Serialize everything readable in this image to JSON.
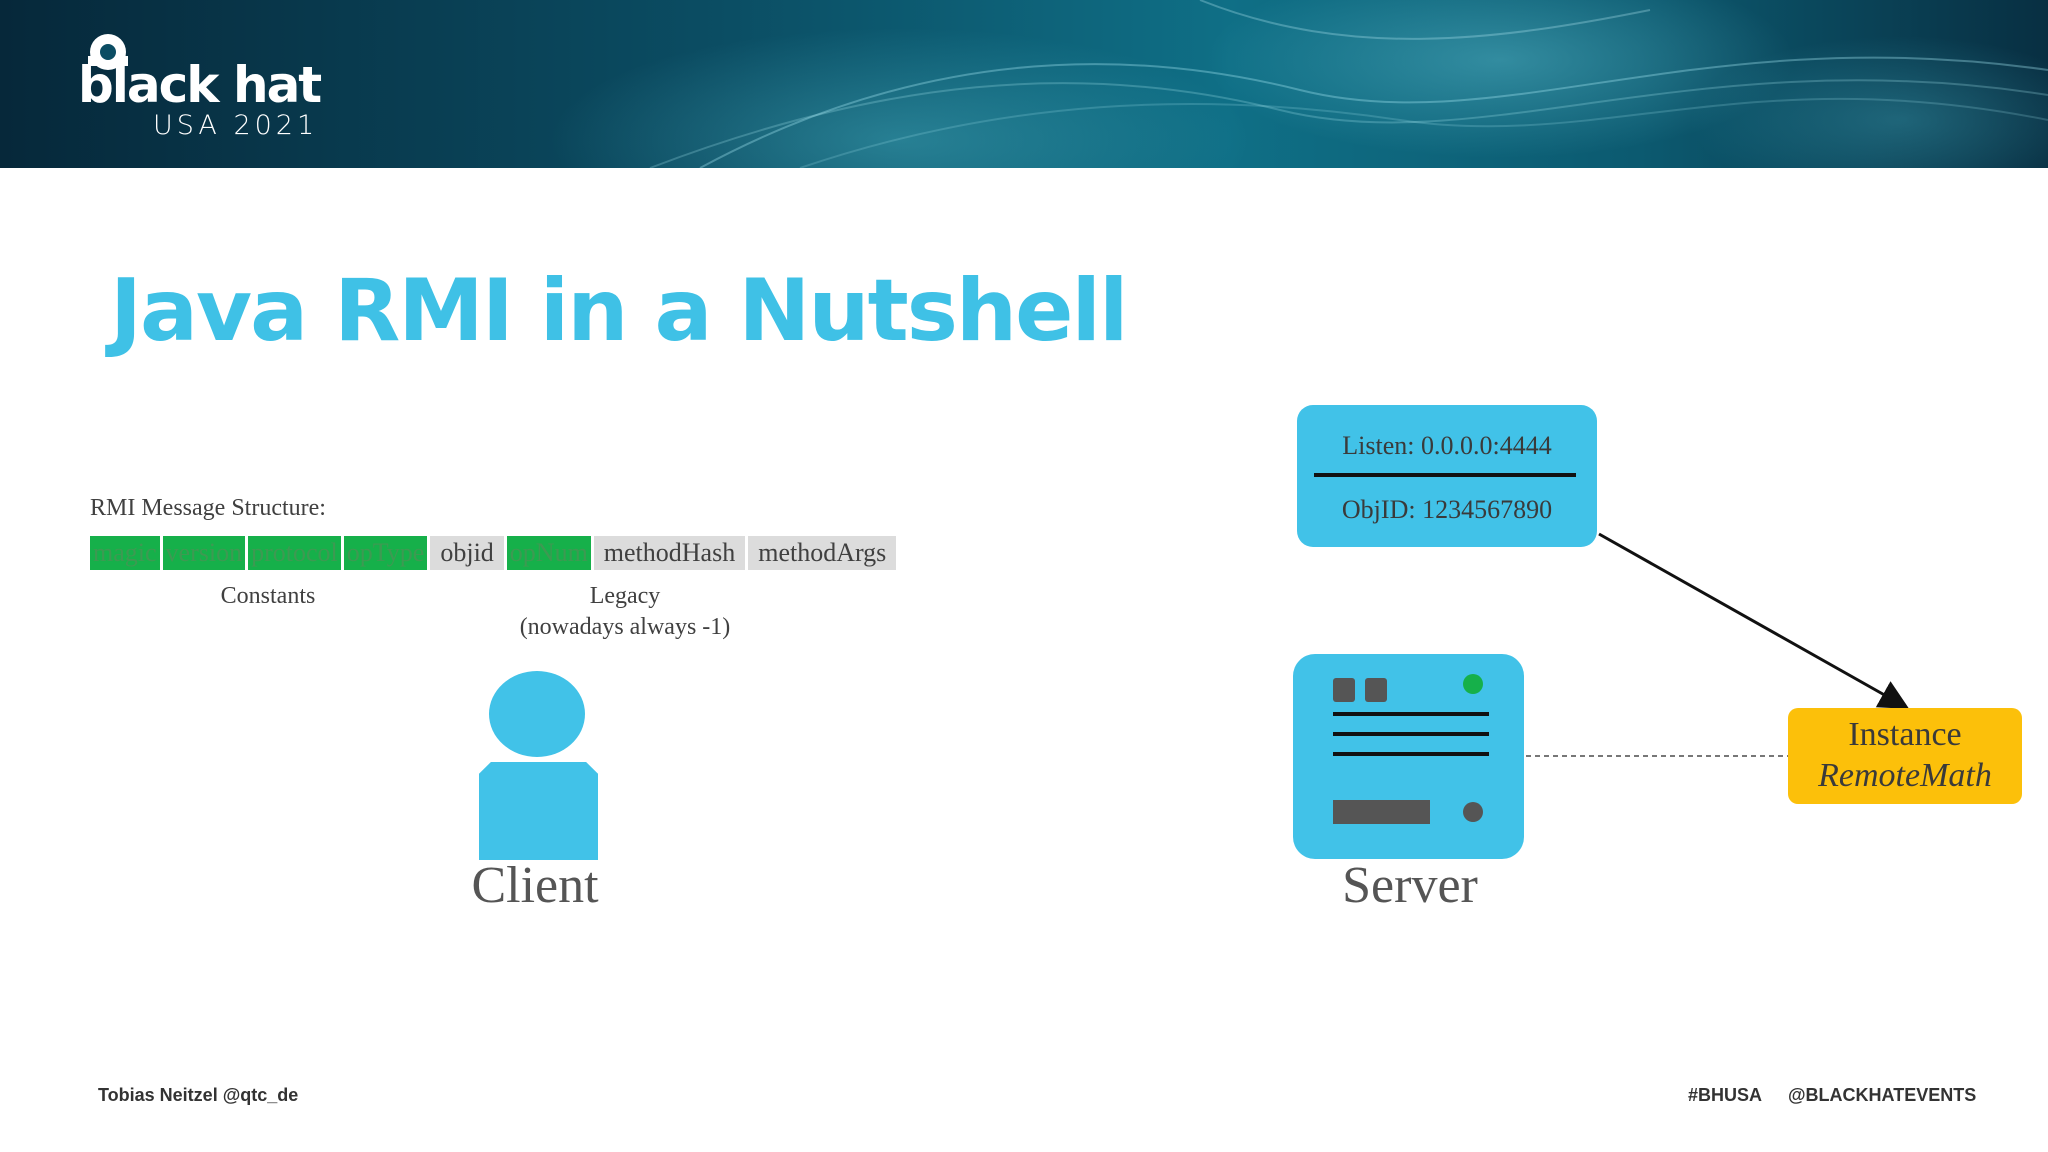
{
  "header": {
    "logo_main": "black hat",
    "logo_sub": "USA 2021"
  },
  "slide": {
    "title": "Java RMI in a Nutshell",
    "rmi_label": "RMI Message Structure:",
    "fields": [
      {
        "label": "magic",
        "color": "#16b04a"
      },
      {
        "label": "version",
        "color": "#16b04a"
      },
      {
        "label": "protocol",
        "color": "#16b04a"
      },
      {
        "label": "opType",
        "color": "#16b04a"
      },
      {
        "label": "objid",
        "color": "#dcdcdc"
      },
      {
        "label": "opNum",
        "color": "#16b04a"
      },
      {
        "label": "methodHash",
        "color": "#dcdcdc"
      },
      {
        "label": "methodArgs",
        "color": "#dcdcdc"
      }
    ],
    "constants_label": "Constants",
    "legacy_label_1": "Legacy",
    "legacy_label_2": "(nowadays always -1)",
    "client_label": "Client",
    "server_label": "Server",
    "listen_text": "Listen: 0.0.0.0:4444",
    "objid_text": "ObjID: 1234567890",
    "instance_line1": "Instance",
    "instance_line2": "RemoteMath"
  },
  "footer": {
    "author": "Tobias Neitzel @qtc_de",
    "hashtag": "#BHUSA",
    "handle": "@BLACKHATEVENTS"
  },
  "colors": {
    "accent": "#3fc1e6",
    "shape_blue": "#41c2e8",
    "instance_yellow": "#fcc00a",
    "field_green": "#16b04a",
    "field_grey": "#dcdcdc"
  }
}
